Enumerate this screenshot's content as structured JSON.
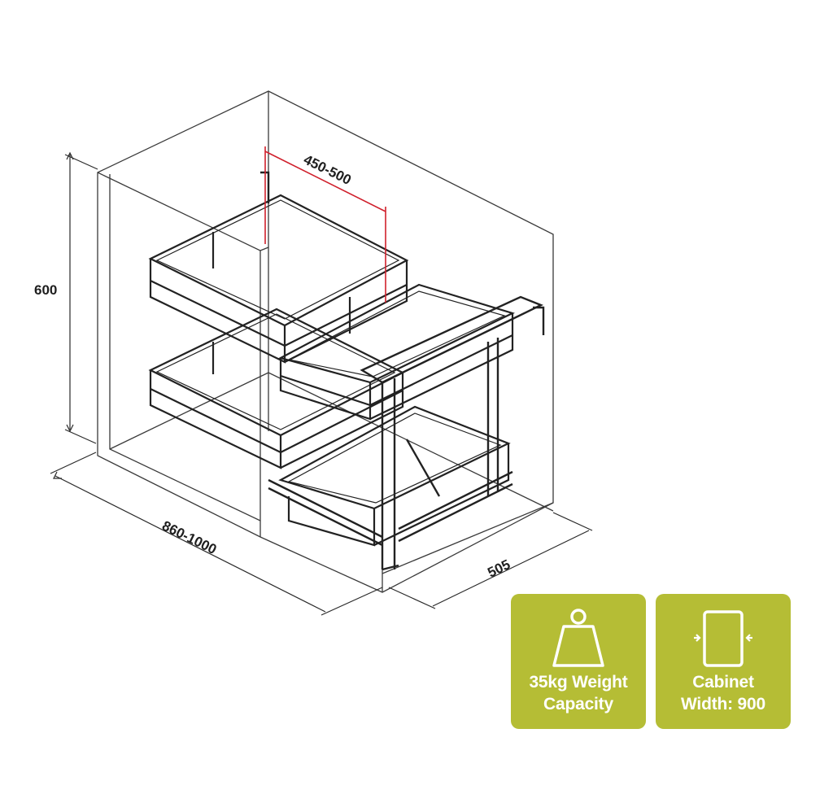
{
  "dimensions": {
    "height": "600",
    "depth_range": "450-500",
    "width_range": "860-1000",
    "side_depth": "505"
  },
  "badges": [
    {
      "icon": "weight-icon",
      "line1": "35kg Weight",
      "line2": "Capacity"
    },
    {
      "icon": "cabinet-width-icon",
      "line1": "Cabinet",
      "line2": "Width: 900"
    }
  ],
  "colors": {
    "badge": "#b5bd35",
    "accent_dimension": "#d0202c",
    "line": "#2a2a2a"
  }
}
